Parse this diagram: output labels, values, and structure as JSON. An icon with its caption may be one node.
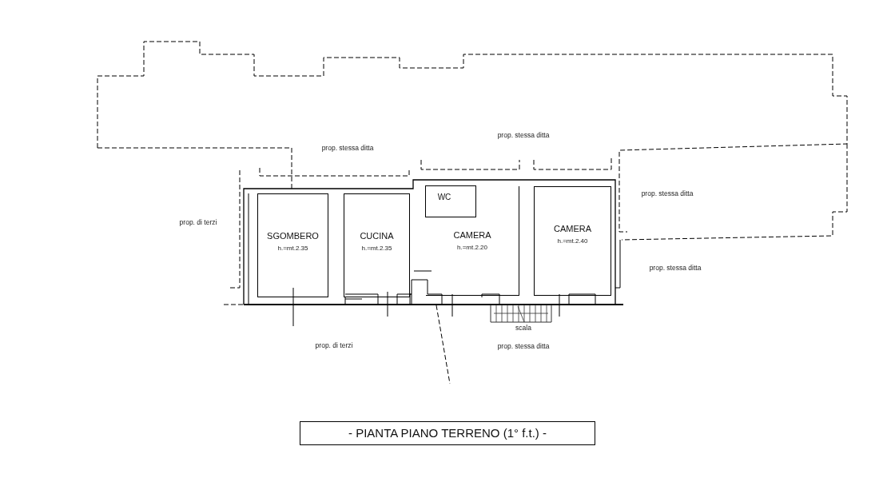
{
  "diagram": {
    "title": "- PIANTA PIANO TERRENO (1° f.t.) -",
    "nodes": [
      {
        "text": [
          "WC"
        ],
        "in": 3
      },
      {
        "text": [
          "SGOMBERO",
          "h.=mt.2.35"
        ]
      },
      {
        "text": [
          "CUCINA",
          "h.=mt.2.35"
        ]
      },
      {
        "text": [
          "CAMERA",
          "h.=mt.2.20"
        ]
      },
      {
        "text": [
          "CAMERA",
          "h.=mt.2.40"
        ]
      }
    ],
    "labels": [
      "prop. stessa ditta",
      "prop. stessa ditta",
      "prop. stessa ditta",
      "prop. di terzi",
      "prop. stessa ditta",
      "scala",
      "prop. di terzi",
      "prop. stessa ditta"
    ]
  }
}
